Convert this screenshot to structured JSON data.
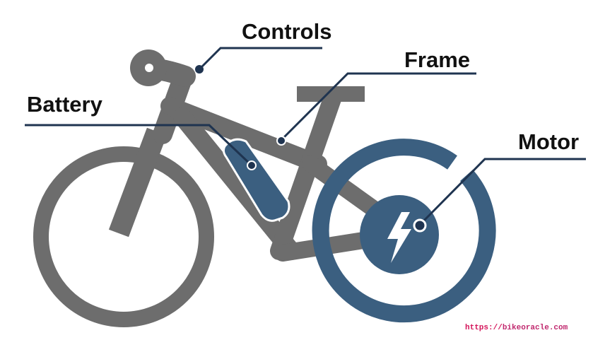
{
  "labels": {
    "controls": "Controls",
    "frame": "Frame",
    "battery": "Battery",
    "motor": "Motor"
  },
  "watermark": {
    "prefix": "https://",
    "domain": "bikeoracle.com"
  },
  "colors": {
    "bike_gray": "#6d6d6d",
    "accent_blue": "#3b5f80",
    "leader_navy": "#1f3450",
    "label_text": "#111111",
    "watermark_prefix": "#d4145a",
    "watermark_domain": "#c0286e"
  },
  "icons": {
    "motor": "lightning-bolt-icon"
  }
}
